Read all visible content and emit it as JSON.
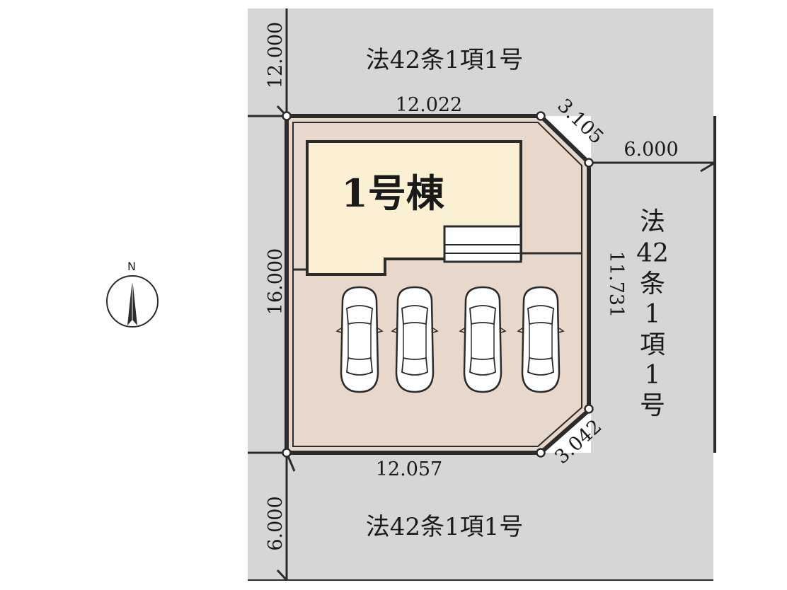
{
  "roads": {
    "north_label": "法42条1項1号",
    "south_label": "法42条1項1号",
    "east_label_chars": [
      "法",
      "42",
      "条",
      "1",
      "項",
      "1",
      "号"
    ]
  },
  "dimensions": {
    "north_road_width": "12.000",
    "south_road_width": "6.000",
    "east_road_width": "6.000",
    "lot_north_edge": "12.022",
    "lot_south_edge": "12.057",
    "lot_west_edge": "16.000",
    "lot_east_edge": "11.731",
    "corner_north_east": "3.105",
    "corner_south_east": "3.042"
  },
  "building": {
    "label": "1号棟"
  },
  "compass": {
    "label": "N"
  },
  "parking": {
    "spaces": 4
  },
  "colors": {
    "road": "#d6d6d6",
    "lot": "#e8d8cb",
    "building": "#fbf0d4",
    "outline": "#2b2b2b"
  }
}
